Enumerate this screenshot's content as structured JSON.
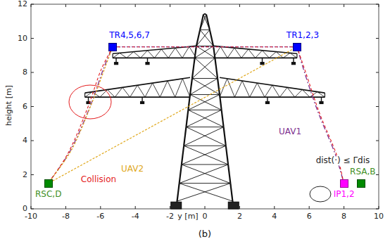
{
  "diagram": {
    "caption": "(b)",
    "nodes": [
      {
        "text": [
          "TR4,5,6,7"
        ]
      },
      {
        "text": [
          "TR1,2,3"
        ]
      },
      {
        "text": [
          "RSC,D"
        ]
      },
      {
        "text": [
          "IP1,2"
        ]
      },
      {
        "text": [
          "RSA,B"
        ]
      }
    ],
    "edges": [
      {
        "from": 3,
        "to": 1,
        "arrow": "none"
      },
      {
        "from": 3,
        "to": 1,
        "arrow": "none"
      },
      {
        "from": 1,
        "to": 0,
        "arrow": "none"
      },
      {
        "from": 1,
        "to": 0,
        "arrow": "none"
      },
      {
        "from": 0,
        "to": 2,
        "arrow": "none"
      },
      {
        "from": 0,
        "to": 2,
        "arrow": "none"
      },
      {
        "from": 2,
        "to": 0,
        "arrow": "none"
      },
      {
        "from": 2,
        "to": 1,
        "arrow": "none"
      }
    ],
    "labels": [
      "UAV1",
      "UAV2",
      "Collision",
      "dist(·) ≤ Γdis",
      "height [m]",
      "y [m]",
      "-10",
      "-8",
      "-6",
      "-4",
      "-2",
      "0",
      "2",
      "4",
      "6",
      "8",
      "10",
      "0",
      "2",
      "4",
      "6",
      "8",
      "10",
      "12"
    ]
  }
}
